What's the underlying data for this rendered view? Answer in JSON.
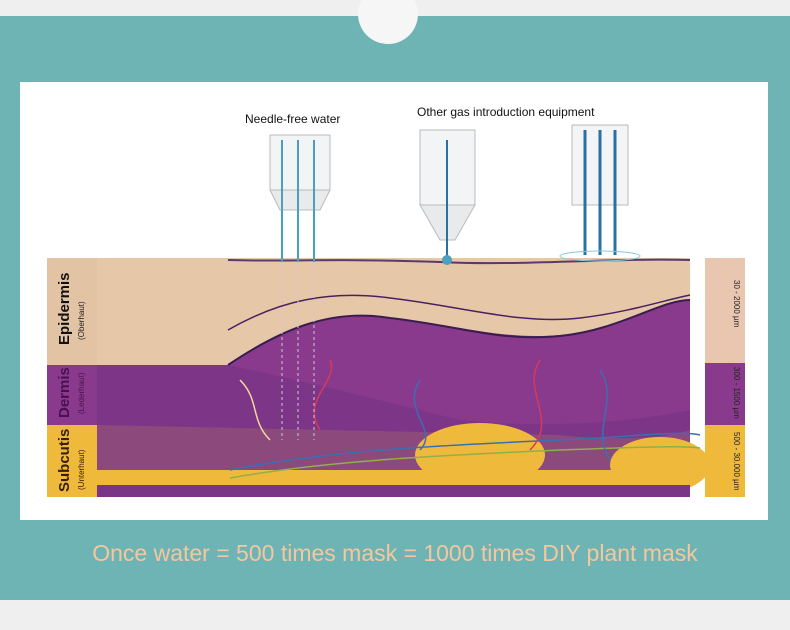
{
  "labels": {
    "needle_free": "Needle-free water",
    "other_gas": "Other gas introduction equipment"
  },
  "layers": [
    {
      "name": "Epidermis",
      "sub": "(Oberhaut)",
      "depth": "30 - 2000 µm",
      "color": "#e2c4a4"
    },
    {
      "name": "Dermis",
      "sub": "(Lederhaut)",
      "depth": "300 - 1500 µm",
      "color": "#8a3a8c"
    },
    {
      "name": "Subcutis",
      "sub": "(Unterhaut)",
      "depth": "500 - 30.000 µm",
      "color": "#efb93c"
    }
  ],
  "caption": "Once water = 500 times mask = 1000 times DIY plant mask"
}
